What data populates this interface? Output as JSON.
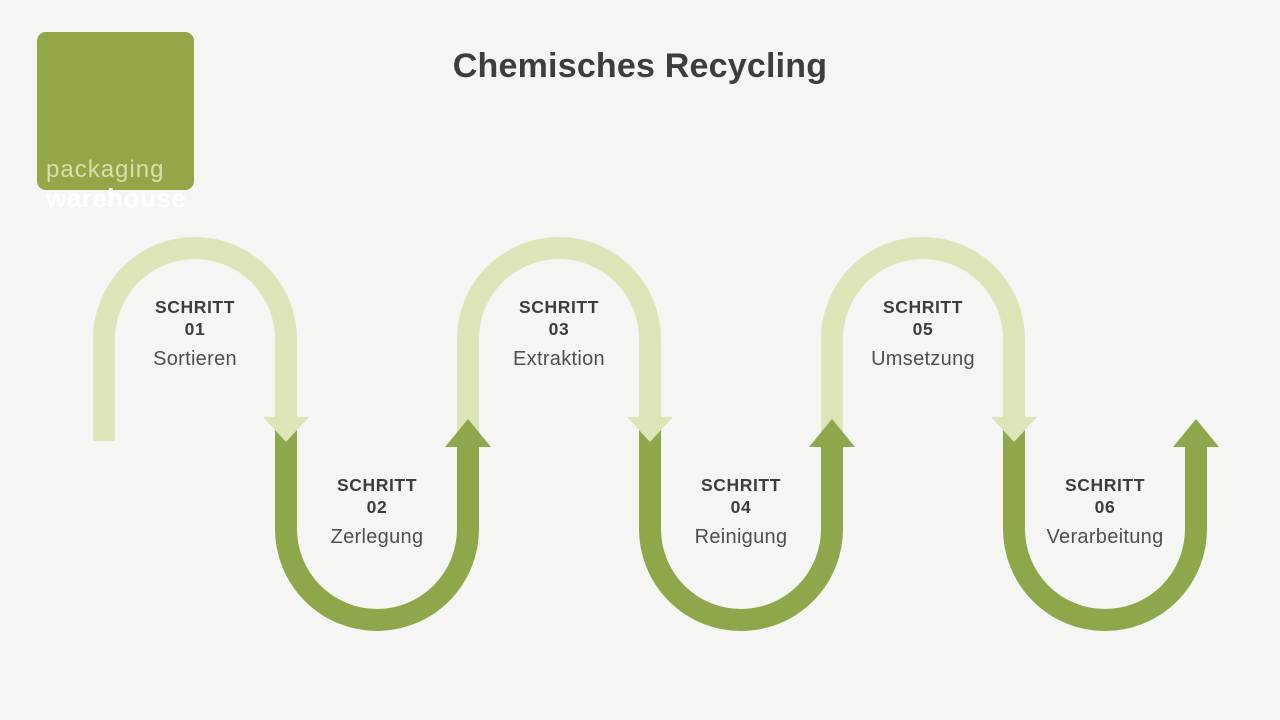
{
  "page": {
    "background_color": "#f5f5f4"
  },
  "logo": {
    "line1": "packaging",
    "line2": "warehouse",
    "bg_color": "#93a648",
    "line1_color": "#d8e0aa",
    "line2_color": "#ffffff"
  },
  "header": {
    "title": "Chemisches Recycling",
    "color": "#3d3d3d"
  },
  "flow": {
    "light_color": "#dde4b8",
    "dark_color": "#8ea74b",
    "steps": [
      {
        "kicker": "SCHRITT",
        "number": "01",
        "label": "Sortieren",
        "row": "top"
      },
      {
        "kicker": "SCHRITT",
        "number": "02",
        "label": "Zerlegung",
        "row": "bottom"
      },
      {
        "kicker": "SCHRITT",
        "number": "03",
        "label": "Extraktion",
        "row": "top"
      },
      {
        "kicker": "SCHRITT",
        "number": "04",
        "label": "Reinigung",
        "row": "bottom"
      },
      {
        "kicker": "SCHRITT",
        "number": "05",
        "label": "Umsetzung",
        "row": "top"
      },
      {
        "kicker": "SCHRITT",
        "number": "06",
        "label": "Verarbeitung",
        "row": "bottom"
      }
    ]
  }
}
